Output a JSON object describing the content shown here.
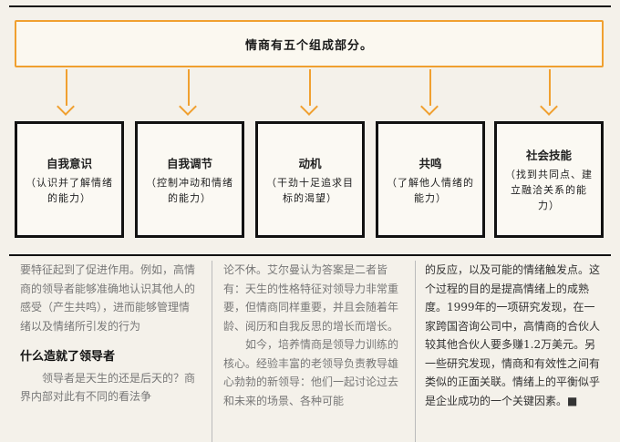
{
  "diagram": {
    "main_box_text": "情商有五个组成部分。",
    "components": [
      {
        "title": "自我意识",
        "desc": "（认识并了解情绪的能力）"
      },
      {
        "title": "自我调节",
        "desc": "（控制冲动和情绪的能力）"
      },
      {
        "title": "动机",
        "desc": "（干劲十足追求目标的渴望）"
      },
      {
        "title": "共鸣",
        "desc": "（了解他人情绪的能力）"
      },
      {
        "title": "社会技能",
        "desc": "（找到共同点、建立融洽关系的能力）"
      }
    ]
  },
  "article": {
    "col1_p1": "要特征起到了促进作用。例如，高情商的领导者能够准确地认识其他人的感受（产生共鸣），进而能够管理情绪以及情绪所引发的行为",
    "col1_heading": "什么造就了领导者",
    "col1_p2": "领导者是天生的还是后天的？商界内部对此有不同的看法争",
    "col2_p1": "论不休。艾尔曼认为答案是二者皆有：天生的性格特征对领导力非常重要，但情商同样重要，并且会随着年龄、阅历和自我反思的增长而增长。",
    "col2_p2": "如今，培养情商是领导力训练的核心。经验丰富的老领导负责教导雄心勃勃的新领导：他们一起讨论过去和未来的场景、各种可能",
    "col3_p1": "的反应，以及可能的情绪触发点。这个过程的目的是提高情绪上的成熟度。1999年的一项研究发现，在一家跨国咨询公司中，高情商的合伙人较其他合伙人要多赚1.2万美元。另一些研究发现，情商和有效性之间有类似的正面关联。情绪上的平衡似乎是企业成功的一个关键因素。■"
  }
}
